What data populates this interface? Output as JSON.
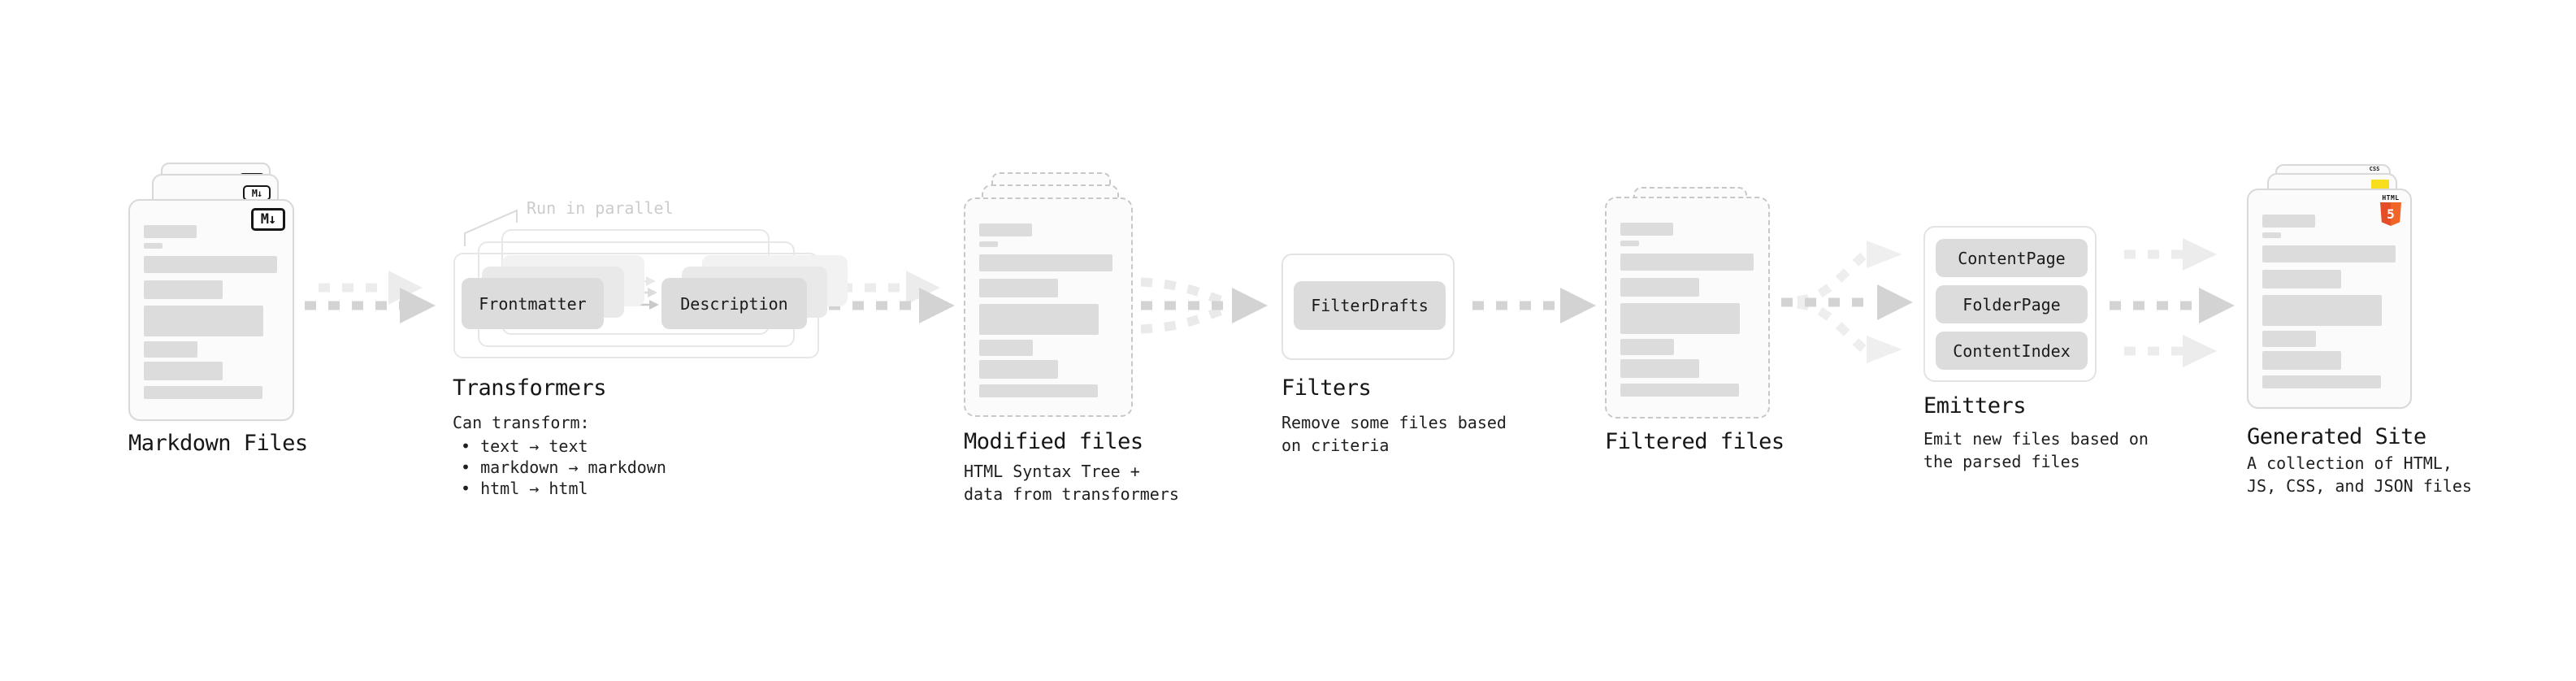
{
  "stages": {
    "markdown": {
      "title": "Markdown Files",
      "badge": "M↓"
    },
    "transformers": {
      "title": "Transformers",
      "note": "Run in parallel",
      "box_left": "Frontmatter",
      "box_right": "Description",
      "desc_heading": "Can transform:",
      "bullets": [
        "• text → text",
        "• markdown → markdown",
        "• html → html"
      ]
    },
    "modified": {
      "title": "Modified files",
      "desc": "HTML Syntax Tree +\ndata from transformers"
    },
    "filters": {
      "title": "Filters",
      "box": "FilterDrafts",
      "desc": "Remove some files based\non criteria"
    },
    "filtered": {
      "title": "Filtered files"
    },
    "emitters": {
      "title": "Emitters",
      "boxes": [
        "ContentPage",
        "FolderPage",
        "ContentIndex"
      ],
      "desc": "Emit new files based on\nthe parsed files"
    },
    "generated": {
      "title": "Generated Site",
      "desc": "A collection of HTML,\nJS, CSS, and JSON files",
      "badges": {
        "css": "CSS",
        "html_word": "HTML",
        "html_number": "5"
      }
    }
  },
  "colors": {
    "html5_orange": "#e44d26",
    "js_yellow": "#f7df1e",
    "css_blue": "#2965f1",
    "arrow_gray": "#d3d3d3",
    "arrow_light": "#ececec",
    "box_gray": "#dcdcdc"
  }
}
